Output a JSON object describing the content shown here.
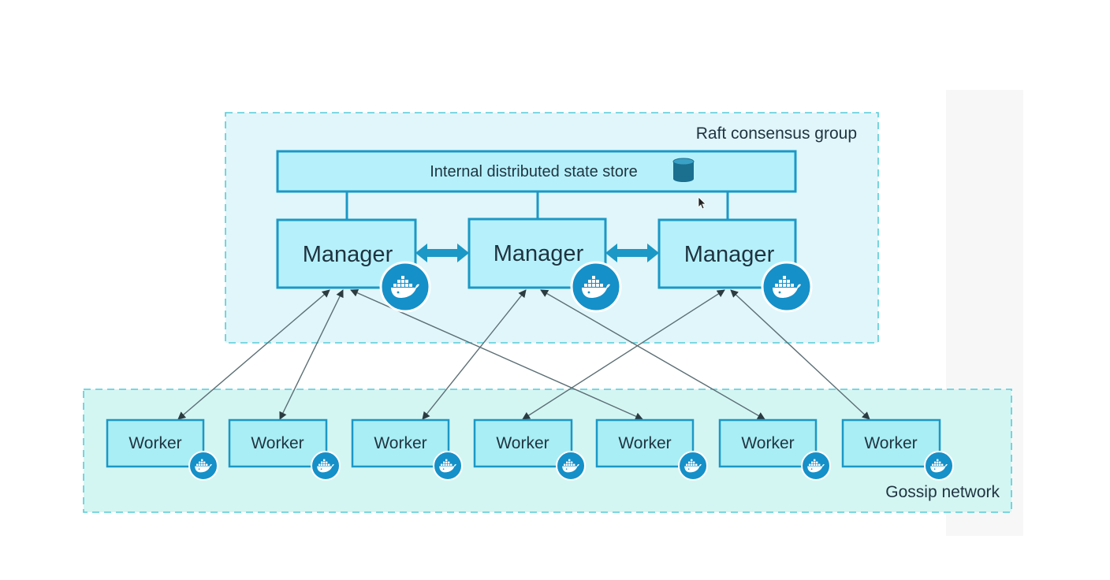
{
  "diagram": {
    "raft_group_label": "Raft consensus group",
    "state_store_label": "Internal distributed state store",
    "gossip_network_label": "Gossip network",
    "managers": [
      {
        "label": "Manager"
      },
      {
        "label": "Manager"
      },
      {
        "label": "Manager"
      }
    ],
    "workers": [
      {
        "label": "Worker"
      },
      {
        "label": "Worker"
      },
      {
        "label": "Worker"
      },
      {
        "label": "Worker"
      },
      {
        "label": "Worker"
      },
      {
        "label": "Worker"
      },
      {
        "label": "Worker"
      }
    ],
    "colors": {
      "raft_zone_fill": "#e0f6fa",
      "gossip_zone_fill": "#d4f6f3",
      "zone_border": "#56ccd8",
      "box_fill": "#b6f1fb",
      "worker_fill": "#a9eef4",
      "box_stroke": "#1b98c6",
      "docker_badge": "#1590c8",
      "link_line": "#5b6e74"
    }
  }
}
